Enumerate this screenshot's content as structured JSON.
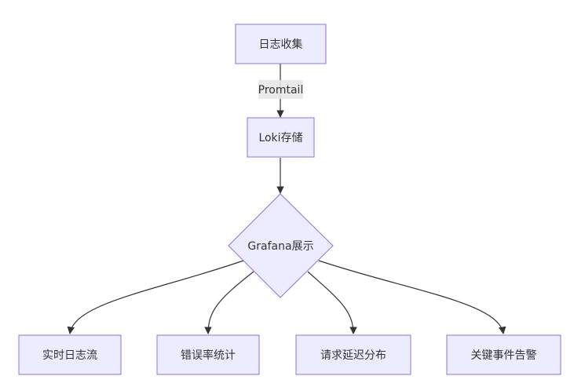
{
  "diagram": {
    "nodes": {
      "collect": "日志收集",
      "store": "Loki存储",
      "display": "Grafana展示",
      "realtime": "实时日志流",
      "error_rate": "错误率统计",
      "latency": "请求延迟分布",
      "alerts": "关键事件告警"
    },
    "edges": {
      "collect_to_store": "Promtail"
    }
  },
  "colors": {
    "node_fill": "#ECECFF",
    "node_stroke": "#9370DB",
    "edge": "#333333"
  }
}
